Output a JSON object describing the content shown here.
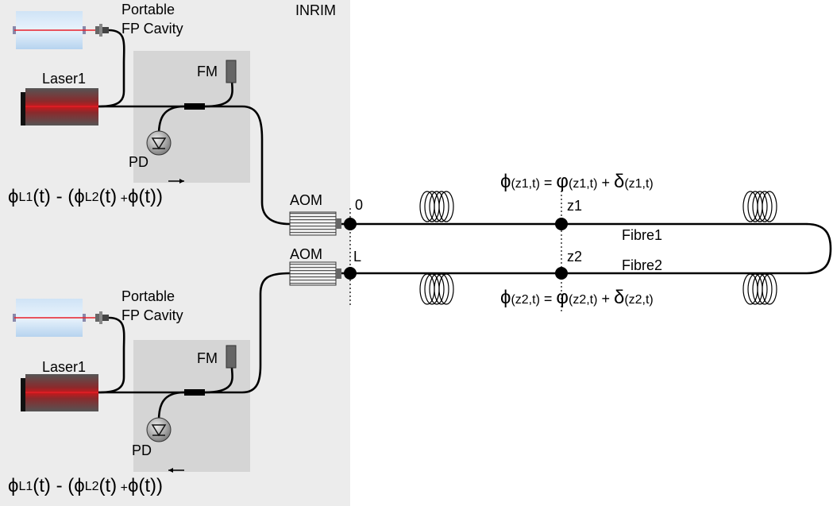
{
  "lab_label": "INRIM",
  "upper": {
    "cavity_label_1": "Portable",
    "cavity_label_2": "FP Cavity",
    "laser_label": "Laser1",
    "fm_label": "FM",
    "pd_label": "PD",
    "aom_label": "AOM",
    "node_label": "0",
    "eq": {
      "phi1": "ϕ",
      "l1": "L1",
      "t1": "(t)",
      "mid": " - (",
      "phi2": "ϕ",
      "l2": "L2",
      "t2": "(t)",
      "plus": " +",
      "phi3": "ϕ",
      "t3": "(t))"
    }
  },
  "lower": {
    "cavity_label_1": "Portable",
    "cavity_label_2": "FP Cavity",
    "laser_label": "Laser1",
    "fm_label": "FM",
    "pd_label": "PD",
    "aom_label": "AOM",
    "node_label": "L",
    "eq": {
      "phi1": "ϕ",
      "l1": "L1",
      "t1": "(t)",
      "mid": " - (",
      "phi2": "ϕ",
      "l2": "L2",
      "t2": "(t)",
      "plus": " +",
      "phi3": "ϕ",
      "t3": "(t))"
    }
  },
  "fibre1_label": "Fibre1",
  "fibre2_label": "Fibre2",
  "z1_label": "z1",
  "z2_label": "z2",
  "eq_top": {
    "a": "ϕ",
    "b": "(z1,t)",
    "c": " = ",
    "d": "φ",
    "e": "(z1,t)",
    "f": " + ",
    "g": "δ",
    "h": "(z1,t)"
  },
  "eq_bottom": {
    "a": "ϕ",
    "b": "(z2,t)",
    "c": " = ",
    "d": "φ",
    "e": "(z2,t)",
    "f": " + ",
    "g": "δ",
    "h": "(z2,t)"
  },
  "colors": {
    "lab_bg": "#ececec",
    "module_bg": "#d5d5d5",
    "laser_red": "#b8161a",
    "beam_red": "#e8202a",
    "cavity_blue": "#bcd8f2"
  }
}
